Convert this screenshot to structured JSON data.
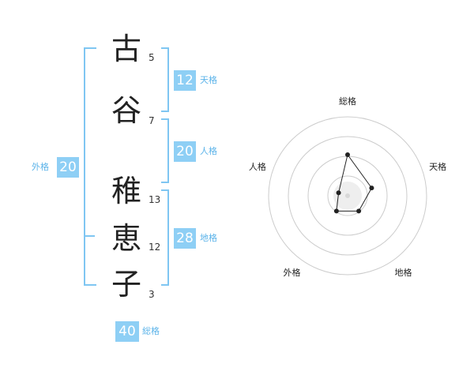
{
  "name": {
    "chars": [
      {
        "char": "古",
        "strokes": "5"
      },
      {
        "char": "谷",
        "strokes": "7"
      },
      {
        "char": "稚",
        "strokes": "13"
      },
      {
        "char": "恵",
        "strokes": "12"
      },
      {
        "char": "子",
        "strokes": "3"
      }
    ]
  },
  "fortune": {
    "tenkaku": {
      "value": "12",
      "label": "天格"
    },
    "jinkaku": {
      "value": "20",
      "label": "人格"
    },
    "chikaku": {
      "value": "28",
      "label": "地格"
    },
    "gaikaku": {
      "value": "20",
      "label": "外格"
    },
    "soukaku": {
      "value": "40",
      "label": "総格"
    }
  },
  "radar": {
    "axes": [
      "総格",
      "天格",
      "地格",
      "外格",
      "人格"
    ],
    "levels": 4,
    "values": [
      0.52,
      0.32,
      0.24,
      0.24,
      0.12
    ],
    "colors": {
      "ring": "#cccccc",
      "line": "#222222",
      "center": "#eeeeee"
    }
  },
  "colors": {
    "accent": "#8ecff5",
    "accent_text": "#5bb3e9"
  }
}
